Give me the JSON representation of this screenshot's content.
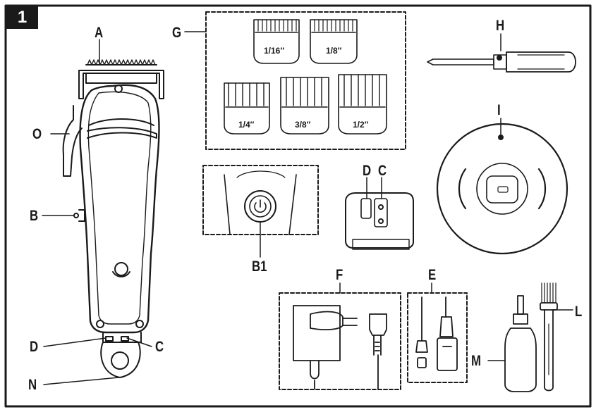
{
  "figure_number": "1",
  "colors": {
    "ink": "#1a1a1a",
    "paper": "#ffffff"
  },
  "labels": {
    "A": "A",
    "B": "B",
    "B1": "B1",
    "C": "C",
    "D": "D",
    "E": "E",
    "F": "F",
    "G": "G",
    "H": "H",
    "I": "I",
    "L": "L",
    "M": "M",
    "N": "N",
    "O": "O"
  },
  "guards": [
    "1/16″",
    "1/8″",
    "1/4″",
    "3/8″",
    "1/2″"
  ],
  "icons": {
    "clipper": "hair-clipper-icon",
    "guard_combs": "guard-comb-icon",
    "screwdriver": "screwdriver-icon",
    "charging_base": "charging-base-icon",
    "power_button": "power-button-icon",
    "ports": "charging-port-icon",
    "adapter": "power-adapter-icon",
    "usb_cable": "usb-cable-icon",
    "oil_bottle": "oil-bottle-icon",
    "cleaning_brush": "cleaning-brush-icon"
  }
}
